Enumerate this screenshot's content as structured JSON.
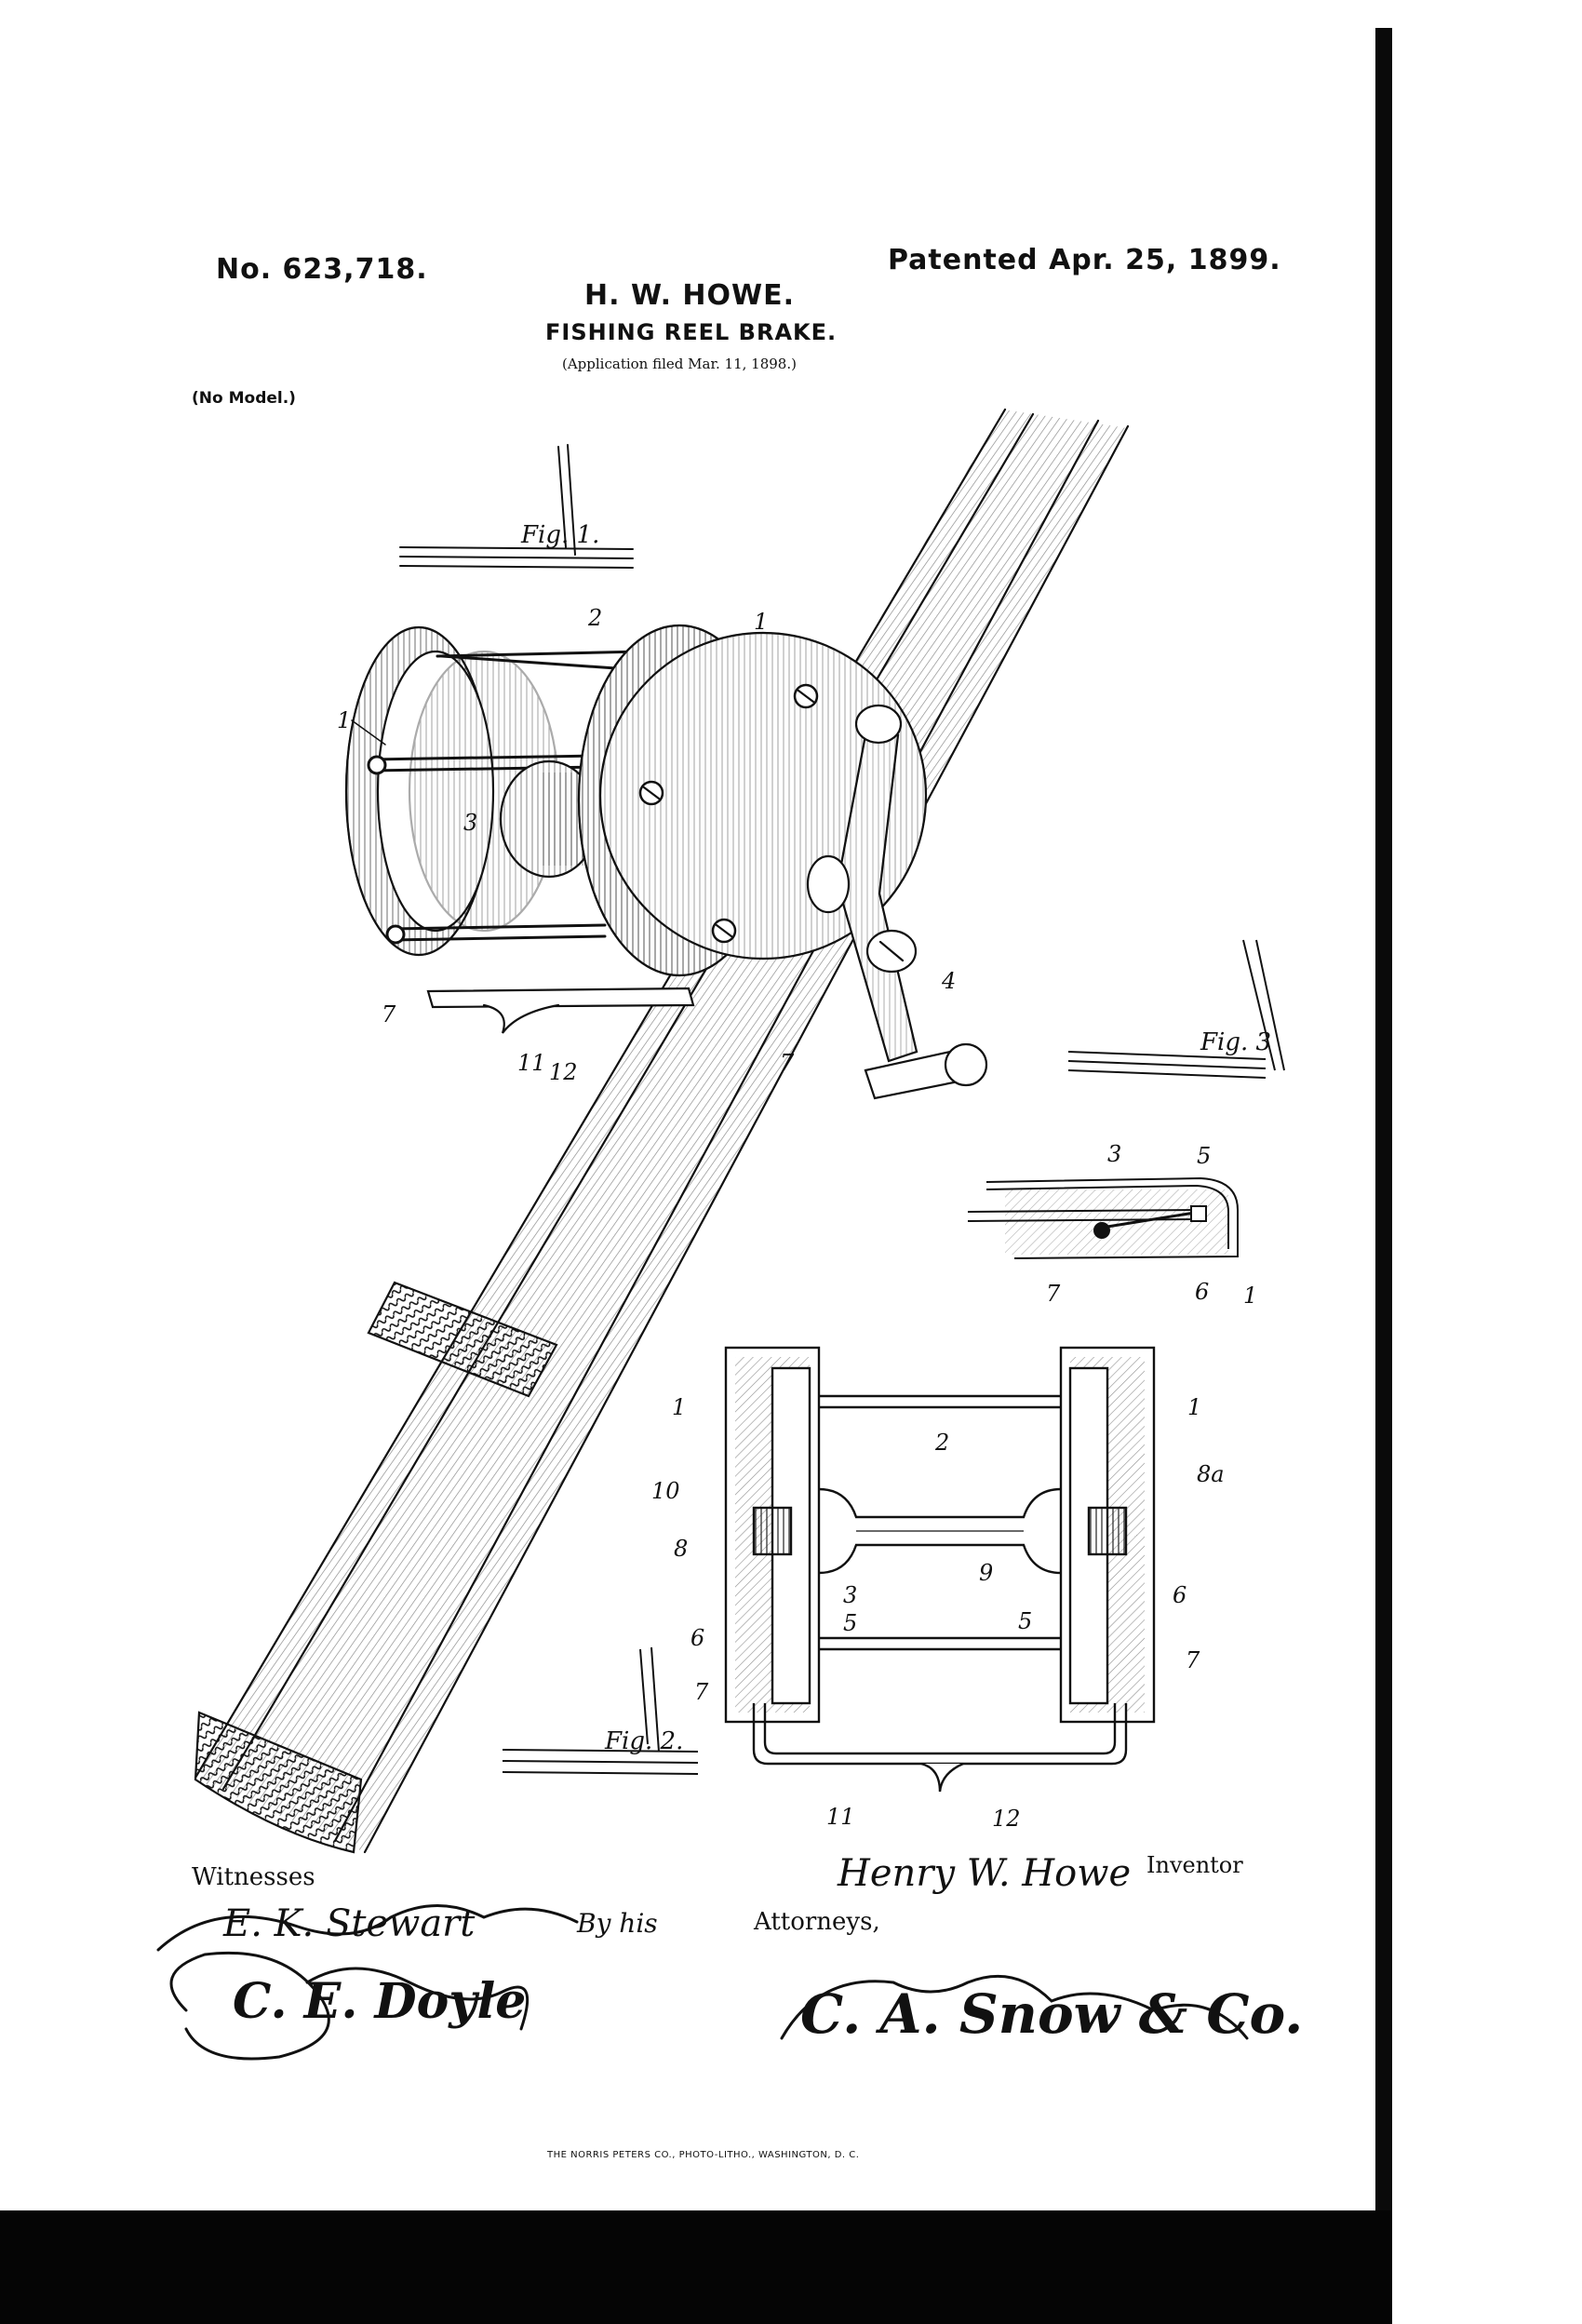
{
  "header": {
    "patent_number": "No. 623,718.",
    "patented_date": "Patented Apr. 25, 1899.",
    "inventor_name": "H. W. HOWE.",
    "invention_title": "FISHING REEL BRAKE.",
    "application": "(Application filed Mar. 11, 1898.)",
    "model_note": "(No Model.)"
  },
  "figures": {
    "fig1": {
      "label": "Fig. 1.",
      "refs": [
        "1",
        "1",
        "2",
        "3",
        "4",
        "7",
        "7",
        "11",
        "12"
      ]
    },
    "fig2": {
      "label": "Fig. 2.",
      "refs": [
        "1",
        "1",
        "2",
        "3",
        "5",
        "5",
        "6",
        "6",
        "7",
        "7",
        "8",
        "8a",
        "9",
        "10",
        "11",
        "12"
      ]
    },
    "fig3": {
      "label": "Fig. 3",
      "refs": [
        "3",
        "5",
        "7",
        "6",
        "1"
      ]
    }
  },
  "signatures": {
    "witnesses_label": "Witnesses",
    "witness_1": "E. K. Stewart",
    "witness_2": "C. E. Doyle",
    "inventor_signature": "Henry W. Howe",
    "inventor_label": "Inventor",
    "by_text": "By his",
    "attorneys_label": "Attorneys,",
    "attorney_signature": "C. A. Snow & Co."
  },
  "footer": {
    "printer": "THE NORRIS PETERS CO., PHOTO-LITHO., WASHINGTON, D. C."
  }
}
